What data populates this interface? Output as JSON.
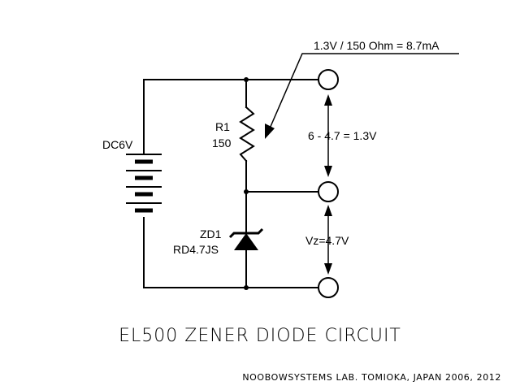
{
  "battery": {
    "label": "DC6V"
  },
  "resistor": {
    "ref": "R1",
    "value": "150"
  },
  "zener": {
    "ref": "ZD1",
    "part": "RD4.7JS"
  },
  "annotations": {
    "current": "1.3V / 150 Ohm = 8.7mA",
    "resistor_drop": "6 - 4.7 = 1.3V",
    "zener_voltage": "Vz=4.7V"
  },
  "title": "EL500 ZENER DIODE CIRCUIT",
  "credit": "NOOBOWSYSTEMS LAB. TOMIOKA, JAPAN 2006, 2012",
  "colors": {
    "ink": "#000000",
    "background": "#ffffff"
  }
}
